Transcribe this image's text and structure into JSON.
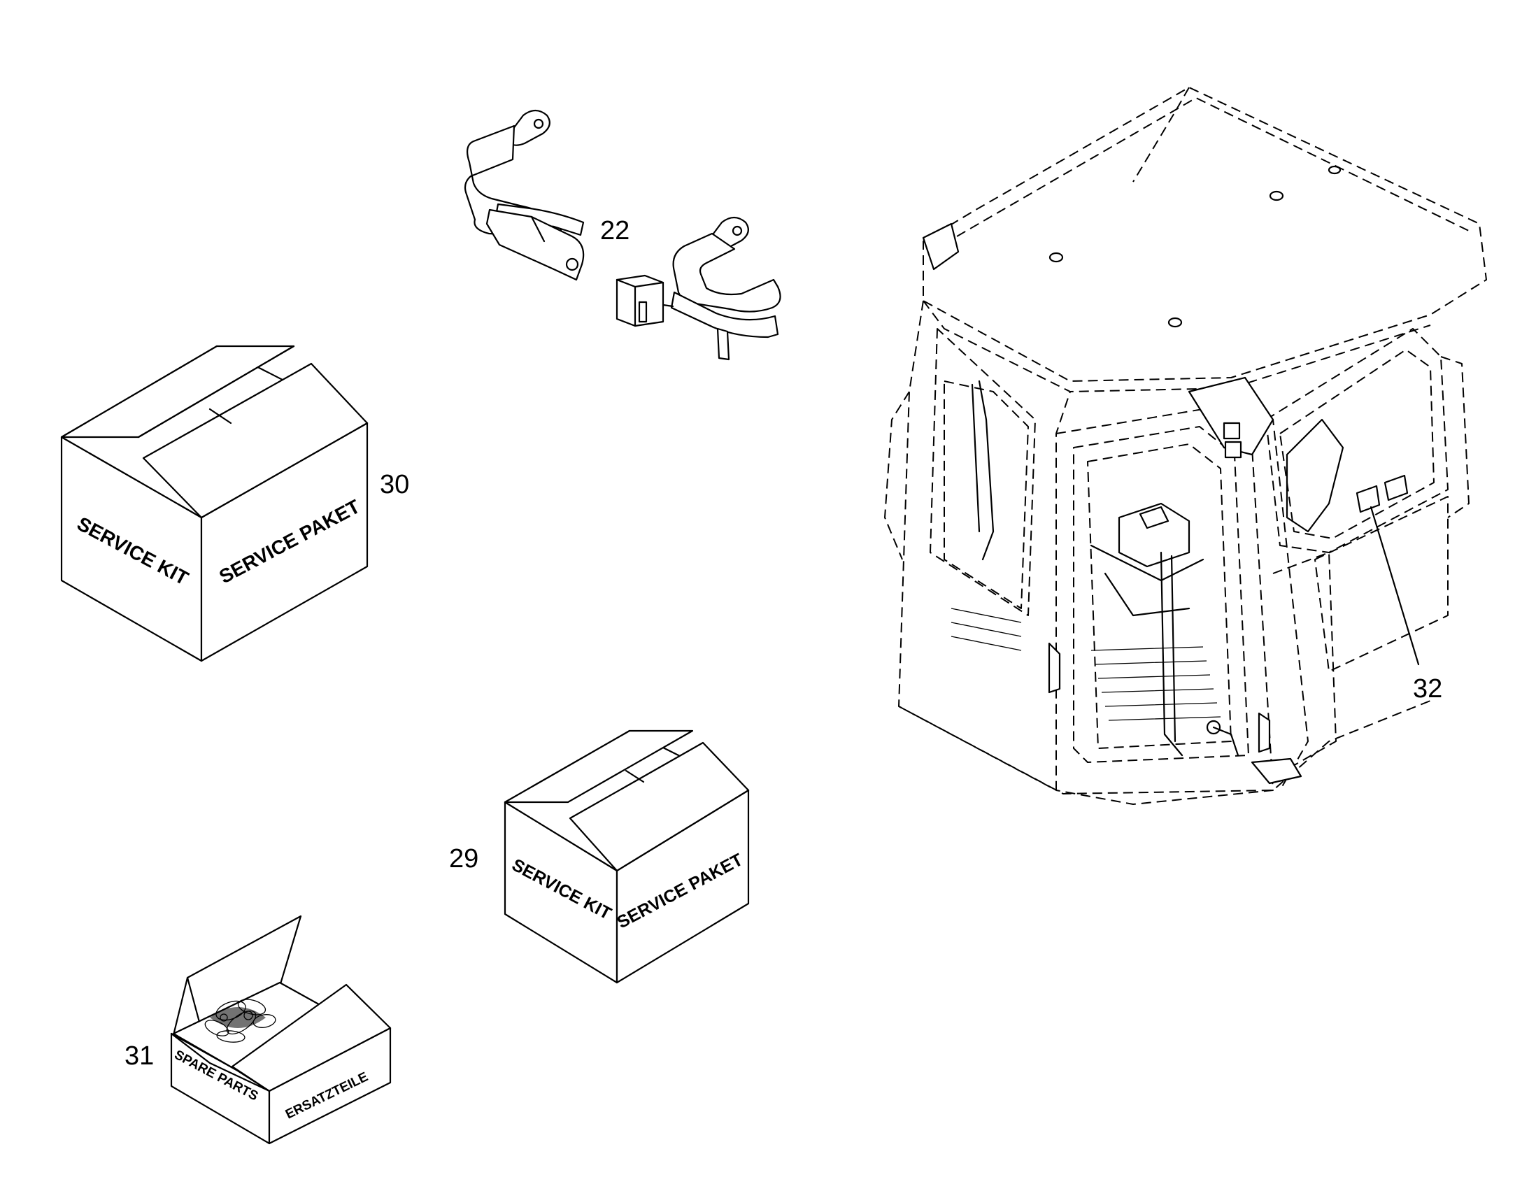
{
  "callouts": {
    "seatbelt": "22",
    "service_kit_large": "30",
    "service_kit_small": "29",
    "spare_parts_box": "31",
    "cab_plate": "32"
  },
  "boxes": {
    "kit30": {
      "front": "SERVICE KIT",
      "side": "SERVICE PAKET"
    },
    "kit29": {
      "front": "SERVICE KIT",
      "side": "SERVICE PAKET"
    },
    "parts31": {
      "front": "SPARE PARTS",
      "side": "ERSATZTEILE"
    }
  },
  "colors": {
    "line": "#000000",
    "background": "#ffffff"
  }
}
